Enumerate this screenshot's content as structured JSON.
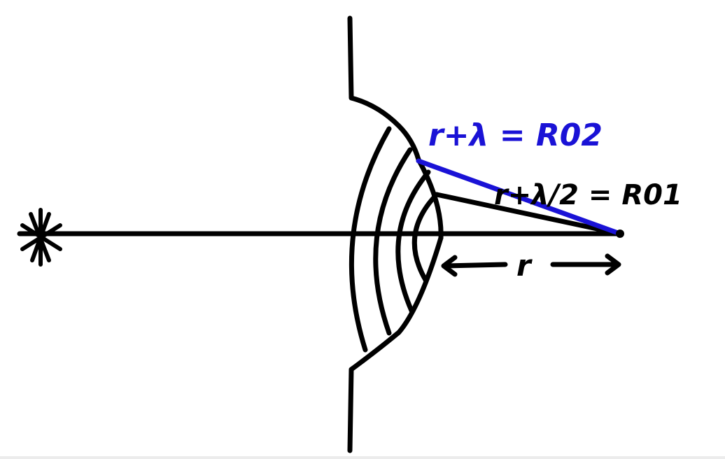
{
  "labels": {
    "r_plus_lambda": "r+λ = R02",
    "r_plus_half_lambda": "r+λ/2 = R01",
    "r": "r"
  },
  "colors": {
    "ink": "#000000",
    "highlight": "#1a12d6",
    "background": "#ffffff"
  },
  "icons": {
    "source": "star-icon",
    "observer": "point-icon"
  }
}
